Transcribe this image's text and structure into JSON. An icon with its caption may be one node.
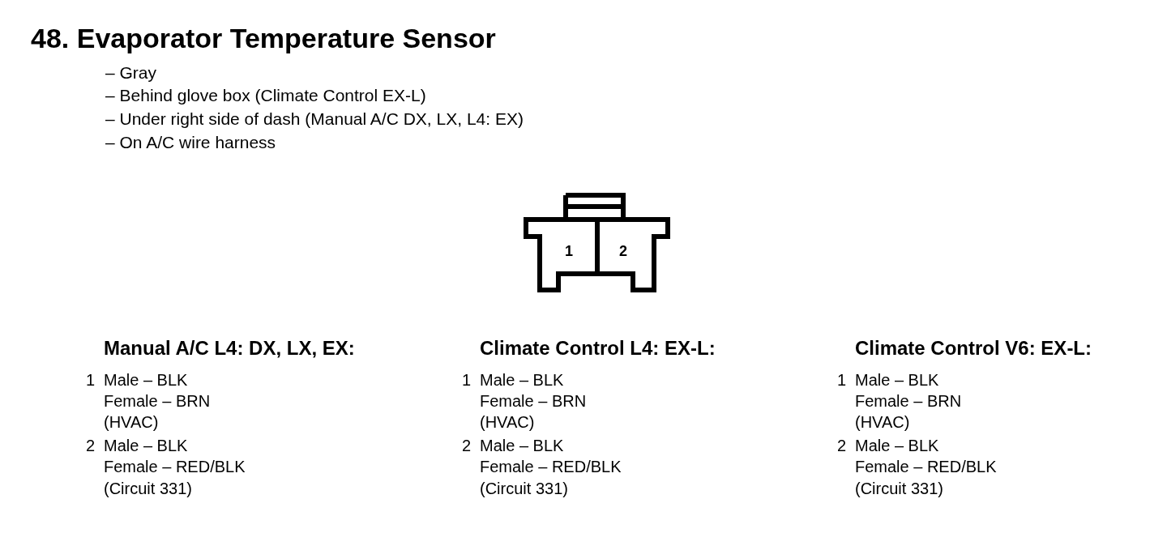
{
  "diagram": {
    "title": "48. Evaporator Temperature Sensor",
    "labels": [
      "– Gray",
      "– Behind glove box (Climate Control EX-L)",
      "– Under right side of dash (Manual A/C DX, LX, L4: EX)",
      "– On A/C wire harness",
      "1",
      "2",
      "Manual A/C L4: DX, LX, EX:",
      "1",
      "Male – BLK",
      "Female – BRN",
      "(HVAC)",
      "2",
      "Male – BLK",
      "Female – RED/BLK",
      "(Circuit 331)",
      "Climate Control L4: EX-L:",
      "1",
      "Male – BLK",
      "Female – BRN",
      "(HVAC)",
      "2",
      "Male – BLK",
      "Female – RED/BLK",
      "(Circuit 331)",
      "Climate Control V6: EX-L:",
      "1",
      "Male – BLK",
      "Female – BRN",
      "(HVAC)",
      "2",
      "Male – BLK",
      "Female – RED/BLK",
      "(Circuit 331)"
    ]
  }
}
